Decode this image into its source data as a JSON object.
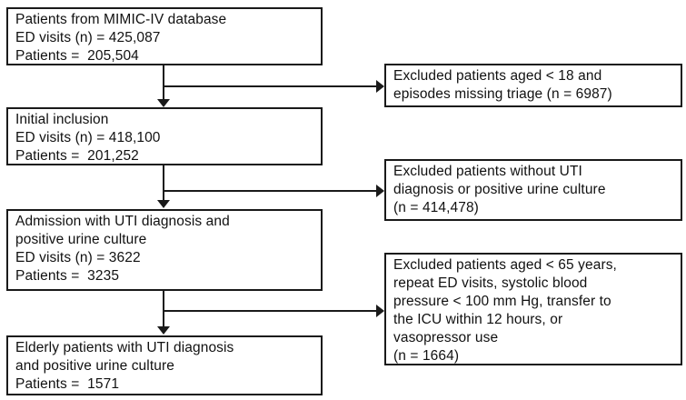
{
  "diagram": {
    "type": "flowchart",
    "colors": {
      "line": "#1a1a1a",
      "text": "#111111",
      "background": "#ffffff",
      "box_fill": "#ffffff"
    },
    "main_boxes": [
      {
        "id": "source",
        "lines": [
          "Patients from MIMIC-IV database",
          "ED visits (n) = 425,087",
          "Patients =  205,504"
        ]
      },
      {
        "id": "initial-inclusion",
        "lines": [
          "Initial inclusion",
          "ED visits (n) = 418,100",
          "Patients =  201,252"
        ]
      },
      {
        "id": "uti-admission",
        "lines": [
          "Admission with UTI diagnosis and",
          "positive urine culture",
          "ED visits (n) = 3622",
          "Patients =  3235"
        ]
      },
      {
        "id": "elderly-final",
        "lines": [
          "Elderly patients with UTI diagnosis",
          "and positive urine culture",
          "Patients =  1571"
        ]
      }
    ],
    "exclusion_boxes": [
      {
        "id": "exclusion-1",
        "lines": [
          "Excluded patients aged < 18 and",
          "episodes missing triage (n = 6987)"
        ]
      },
      {
        "id": "exclusion-2",
        "lines": [
          "Excluded patients without UTI",
          "diagnosis or positive urine culture",
          "(n = 414,478)"
        ]
      },
      {
        "id": "exclusion-3",
        "lines": [
          "Excluded patients aged < 65 years,",
          "repeat ED visits, systolic blood",
          "pressure < 100 mm Hg, transfer to",
          "the ICU within 12 hours, or",
          "vasopressor use",
          "(n = 1664)"
        ]
      }
    ]
  }
}
